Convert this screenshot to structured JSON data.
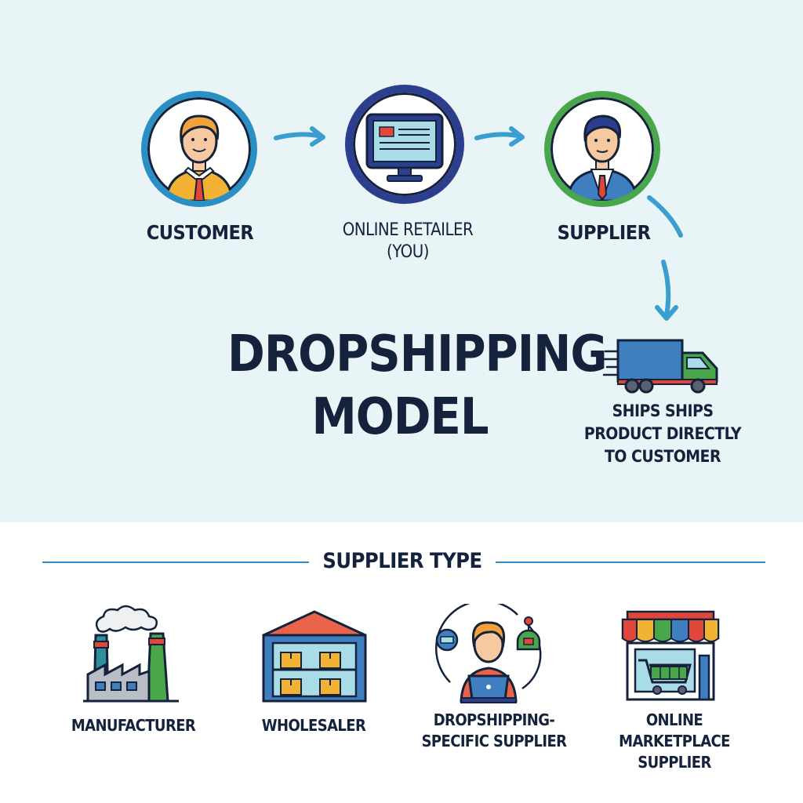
{
  "flow": {
    "nodes": [
      {
        "label": "CUSTOMER",
        "icon": "customer-person-icon",
        "ring_color": "#2a8fc2"
      },
      {
        "label_line1": "ONLINE RETAILER",
        "label_line2": "(YOU)",
        "icon": "computer-monitor-icon",
        "ring_color": "#2c3f8f"
      },
      {
        "label": "SUPPLIER",
        "icon": "supplier-businessman-icon",
        "ring_color": "#4aa64a"
      }
    ],
    "arrow_color": "#3a9fd0"
  },
  "title": {
    "line1": "DROPSHIPPING",
    "line2": "MODEL"
  },
  "shipping": {
    "icon": "delivery-truck-icon",
    "line1": "SHIPS SHIPS",
    "line2": "PRODUCT DIRECTLY",
    "line3": "TO CUSTOMER"
  },
  "supplier_types": {
    "heading": "SUPPLIER TYPE",
    "items": [
      {
        "label": "MANUFACTURER",
        "icon": "factory-icon"
      },
      {
        "label": "WHOLESALER",
        "icon": "warehouse-icon"
      },
      {
        "label_line1": "DROPSHIPPING-",
        "label_line2": "SPECIFIC SUPPLIER",
        "icon": "laptop-person-icon"
      },
      {
        "label_line1": "ONLINE MARKETPLACE",
        "label_line2": "SUPPLIER",
        "icon": "storefront-cart-icon"
      }
    ]
  },
  "colors": {
    "background_top": "#e9f4f7",
    "text": "#15223b",
    "accent_blue": "#2a8fc2",
    "accent_green": "#4aa64a",
    "accent_navy": "#2c3f8f"
  }
}
